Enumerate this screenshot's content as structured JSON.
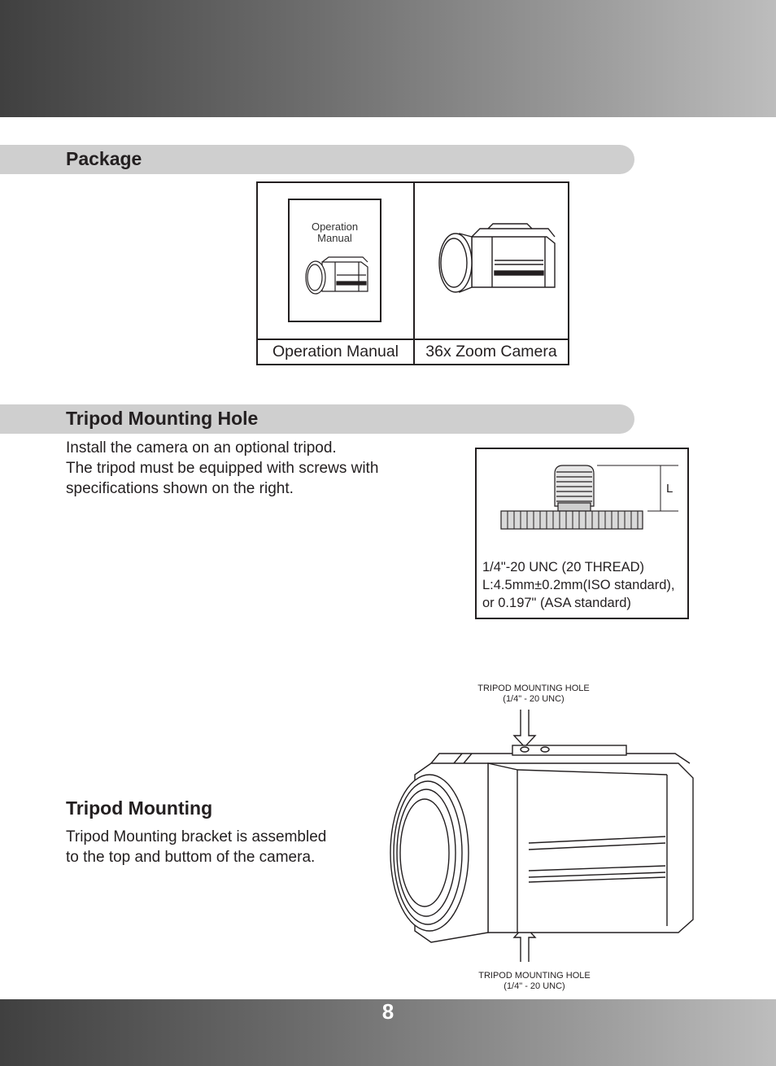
{
  "page_number": "8",
  "package": {
    "title": "Package",
    "manual_cover": [
      "Operation",
      "Manual"
    ],
    "items": [
      {
        "label": "Operation Manual",
        "icon": "manual-icon"
      },
      {
        "label": "36x Zoom Camera",
        "icon": "camera-icon"
      }
    ]
  },
  "tripod_hole": {
    "title": "Tripod Mounting Hole",
    "lines": [
      "Install the camera on an optional tripod.",
      "The tripod must be equipped with screws with",
      "specifications shown on the right."
    ],
    "diagram_dimension": "L",
    "spec_lines": [
      "1/4\"-20  UNC  (20  THREAD)",
      "L:4.5mm±0.2mm(ISO standard),",
      "or  0.197\"  (ASA  standard)"
    ]
  },
  "tripod_mounting": {
    "title": "Tripod Mounting",
    "lines": [
      "Tripod Mounting bracket is assembled",
      "to the top and buttom of the camera."
    ],
    "top_label": [
      "TRIPOD MOUNTING HOLE",
      "(1/4\" - 20 UNC)"
    ],
    "bottom_label": [
      "TRIPOD MOUNTING HOLE",
      "(1/4\" - 20 UNC)"
    ]
  }
}
